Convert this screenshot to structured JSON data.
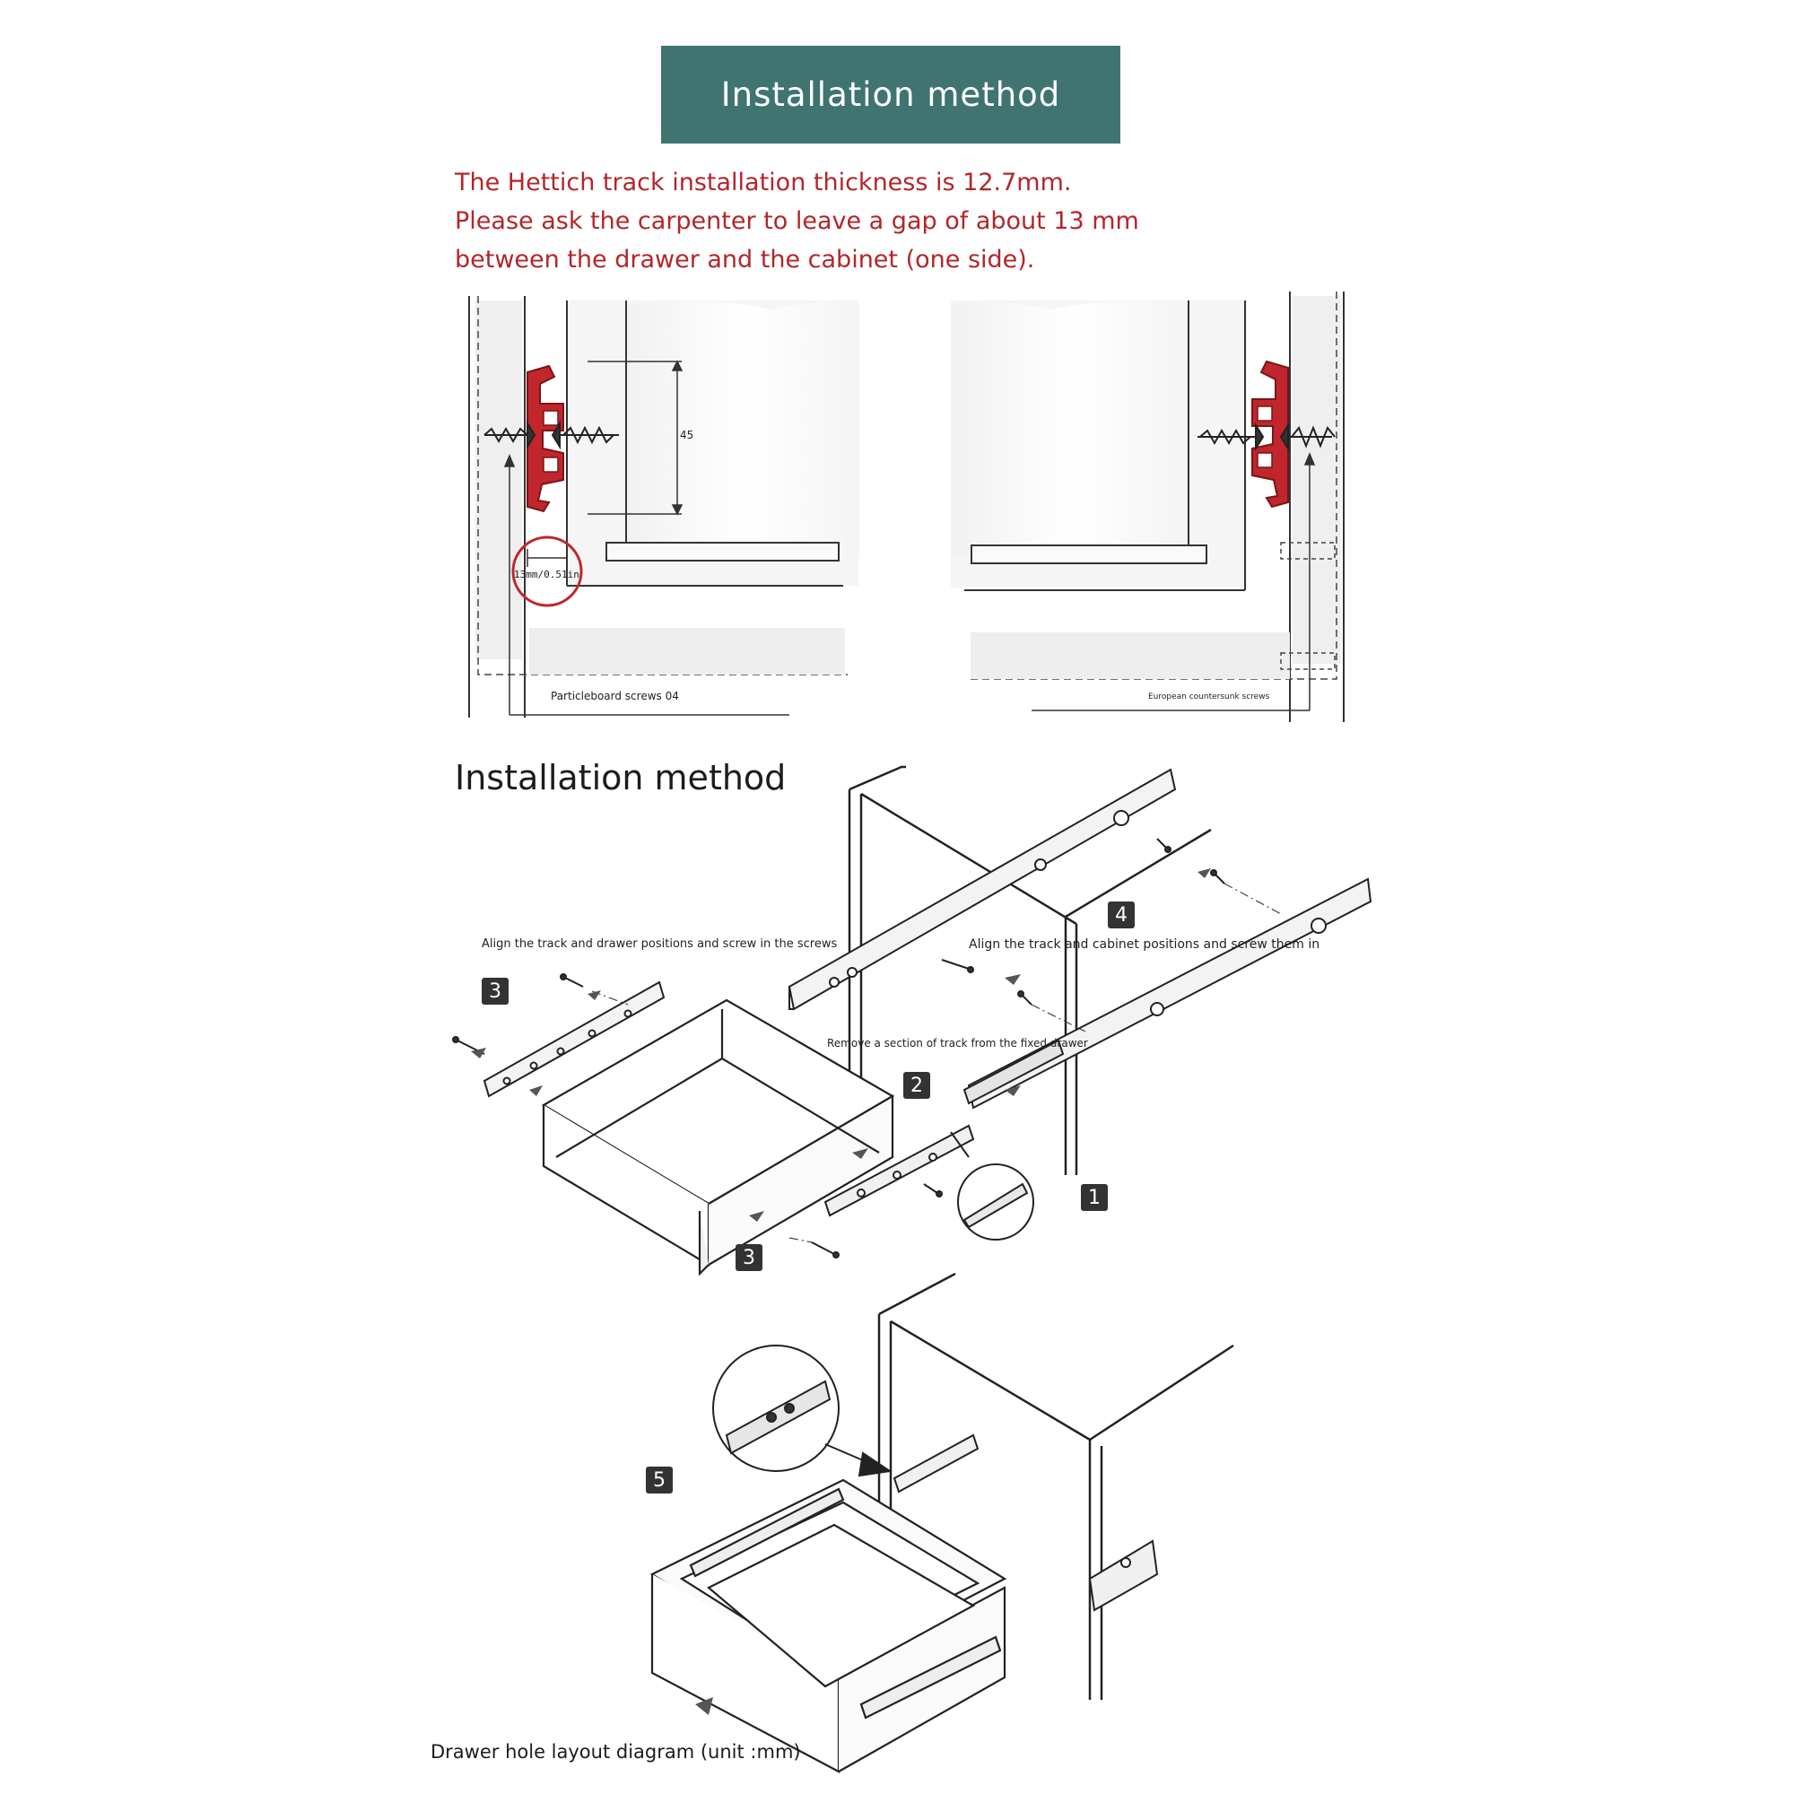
{
  "banner": {
    "title": "Installation method"
  },
  "notes": [
    "The Hettich track installation thickness is 12.7mm.",
    "Please ask the carpenter to leave a gap of about  13  mm",
    "between the drawer and the cabinet (one side)."
  ],
  "cross_section": {
    "dimension_label": "45",
    "gap_label": "13mm/0.51in",
    "left_screw_label": "Particleboard screws 04",
    "right_screw_label": "European countersunk screws"
  },
  "section_title": "Installation method",
  "steps": {
    "step1": "1",
    "step2": "2",
    "step3a": "3",
    "step3b": "3",
    "step4": "4",
    "step5": "5",
    "caption_drawer": "Align the track and drawer positions and screw in the screws",
    "caption_cabinet": "Align the track and cabinet positions and screw them in",
    "caption_remove": "Remove a section of track from the fixed drawer"
  },
  "footer": {
    "caption": "Drawer hole layout diagram (unit :mm)"
  },
  "colors": {
    "banner": "#3f7470",
    "note_text": "#b3262a",
    "track_red": "#c0262b"
  }
}
